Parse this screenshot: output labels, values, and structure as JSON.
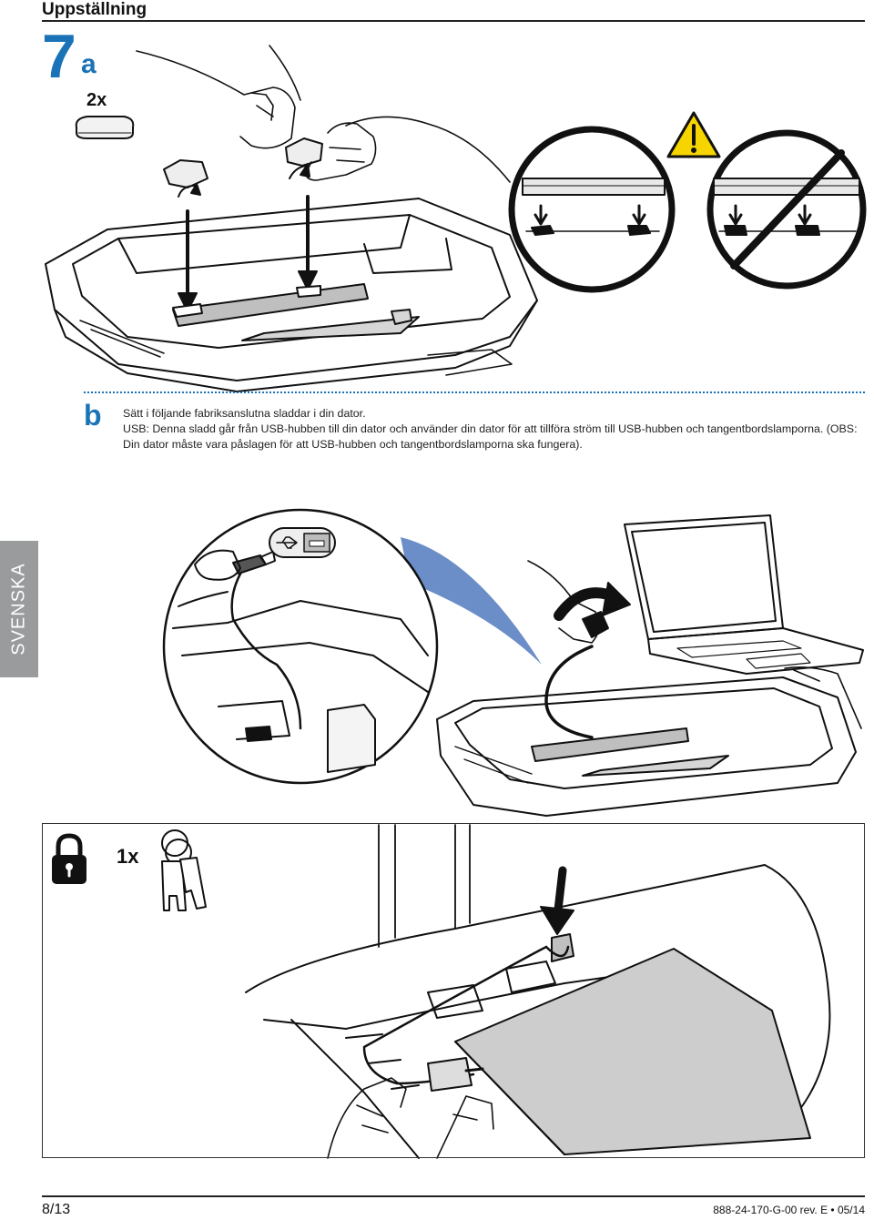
{
  "header": {
    "title": "Uppställning"
  },
  "step": {
    "number": "7",
    "sub_a": "a",
    "sub_b": "b"
  },
  "quantities": {
    "pads": "2x",
    "keys": "1x"
  },
  "instructions": {
    "line1": "Sätt i följande fabriksanslutna sladdar i din dator.",
    "line2": "USB: Denna sladd går från USB-hubben till din dator och använder din dator för att tillföra ström till USB-hubben och tangentbordslamporna. (OBS: Din dator måste vara påslagen för att USB-hubben och tangentbordslamporna ska fungera)."
  },
  "sidebar": {
    "language": "SVENSKA"
  },
  "footer": {
    "page": "8/13",
    "doc_code": "888-24-170-G-00 rev. E • 05/14"
  },
  "icons": [
    "warning-icon",
    "no-icon",
    "usb-icon",
    "usb-port-icon",
    "lock-icon",
    "key-icon",
    "arrow-icon"
  ],
  "colors": {
    "accent": "#1a73b7",
    "warning": "#f5d400",
    "sidebar": "#9a9b9c",
    "wedge": "#5b82c2"
  }
}
